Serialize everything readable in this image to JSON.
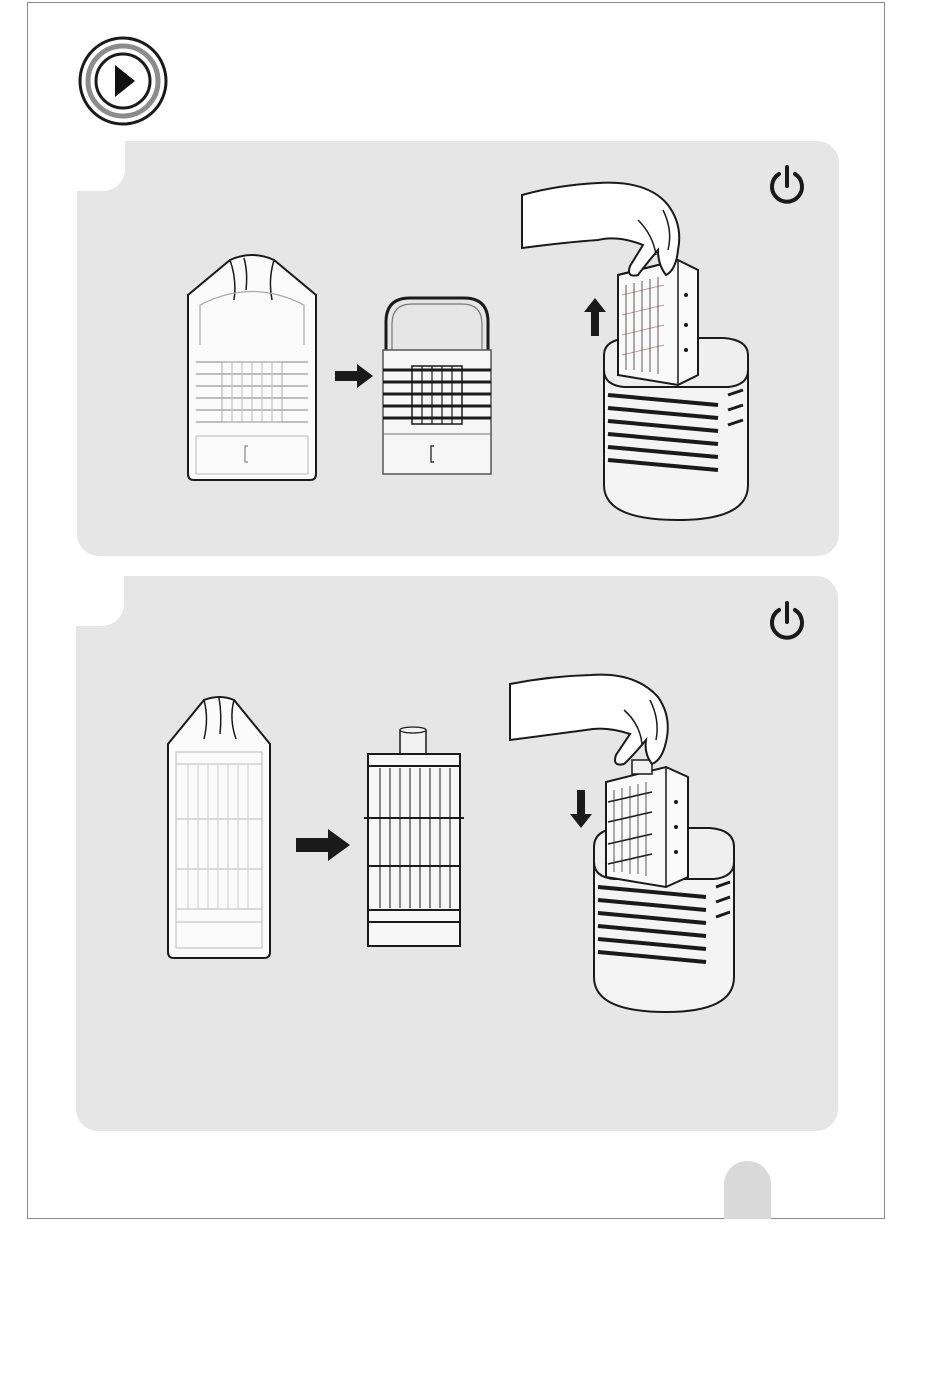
{
  "document": {
    "header_icon": "play-circle-icon",
    "panels": [
      {
        "step_icon": "power-icon",
        "action": "remove-filter",
        "arrow_direction": "up",
        "illustrations": [
          "filter-with-cover-icon",
          "filter-uncovered-icon",
          "hand-lifting-filter-icon"
        ]
      },
      {
        "step_icon": "power-icon",
        "action": "insert-filter",
        "arrow_direction": "down",
        "illustrations": [
          "ice-pack-with-cover-icon",
          "ice-pack-uncovered-icon",
          "hand-inserting-filter-icon"
        ]
      }
    ],
    "page_number": ""
  },
  "colors": {
    "panel_bg": "#e6e6e7",
    "line": "#1a1a1a",
    "page_tab": "#d9d9da"
  }
}
